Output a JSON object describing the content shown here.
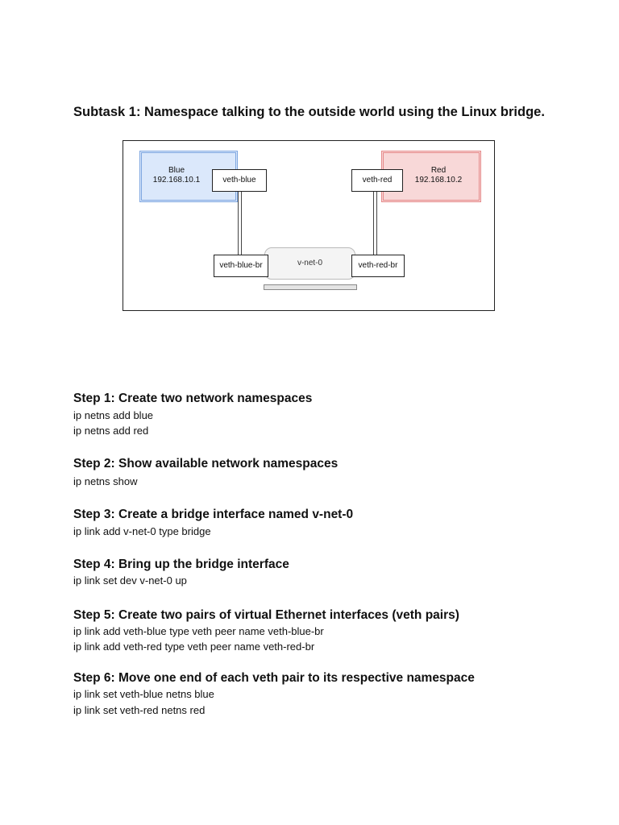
{
  "subtask": {
    "title": "Subtask 1: Namespace talking to the outside world using the Linux bridge."
  },
  "diagram": {
    "blue_namespace": {
      "name": "Blue",
      "ip": "192.168.10.1"
    },
    "red_namespace": {
      "name": "Red",
      "ip": "192.168.10.2"
    },
    "interfaces": {
      "veth_blue": "veth-blue",
      "veth_red": "veth-red",
      "veth_blue_br": "veth-blue-br",
      "veth_red_br": "veth-red-br"
    },
    "bridge_label": "v-net-0",
    "colors": {
      "blue_fill": "#dbe8fb",
      "blue_border": "#7ea6e0",
      "red_fill": "#f8d8d8",
      "red_border": "#e58a8a"
    }
  },
  "steps": [
    {
      "title": "Step 1: Create two network namespaces",
      "commands": [
        "ip netns add blue",
        "ip netns add red"
      ]
    },
    {
      "title": "Step 2: Show available network namespaces",
      "commands": [
        "ip netns show"
      ]
    },
    {
      "title": "Step 3: Create a bridge interface named v-net-0",
      "commands": [
        "ip link add v-net-0 type bridge"
      ]
    },
    {
      "title": "Step 4: Bring up the bridge interface",
      "commands": [
        "ip link set dev v-net-0 up"
      ]
    },
    {
      "title": "Step 5: Create two pairs of virtual Ethernet interfaces (veth pairs)",
      "commands": [
        "ip link add veth-blue type veth peer name veth-blue-br",
        "ip link add veth-red type veth peer name veth-red-br"
      ]
    },
    {
      "title": "Step 6: Move one end of each veth pair to its respective namespace",
      "commands": [
        "ip link set veth-blue netns blue",
        "ip link set veth-red netns red"
      ]
    }
  ]
}
